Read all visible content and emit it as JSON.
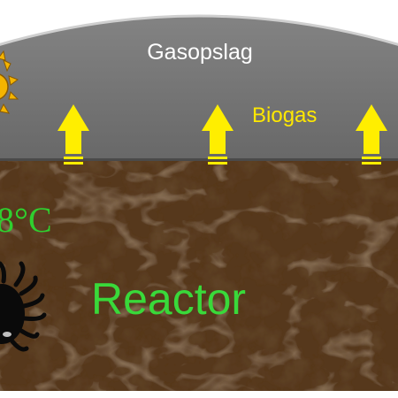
{
  "gas_storage": {
    "label": "Gasopslag",
    "fill_color": "#6e6e6e",
    "outline_color": "#c9c9c9",
    "label_color": "#ffffff"
  },
  "biogas": {
    "label": "Biogas",
    "arrow_count": 3,
    "color": "#ffee00"
  },
  "reactor": {
    "label": "Reactor",
    "temperature_label": "8°C",
    "label_color": "#39d93a",
    "substrate_color": "#5a3a22"
  },
  "icons": [
    "sun-icon",
    "bacterium-icon",
    "upward-arrow-icon"
  ]
}
